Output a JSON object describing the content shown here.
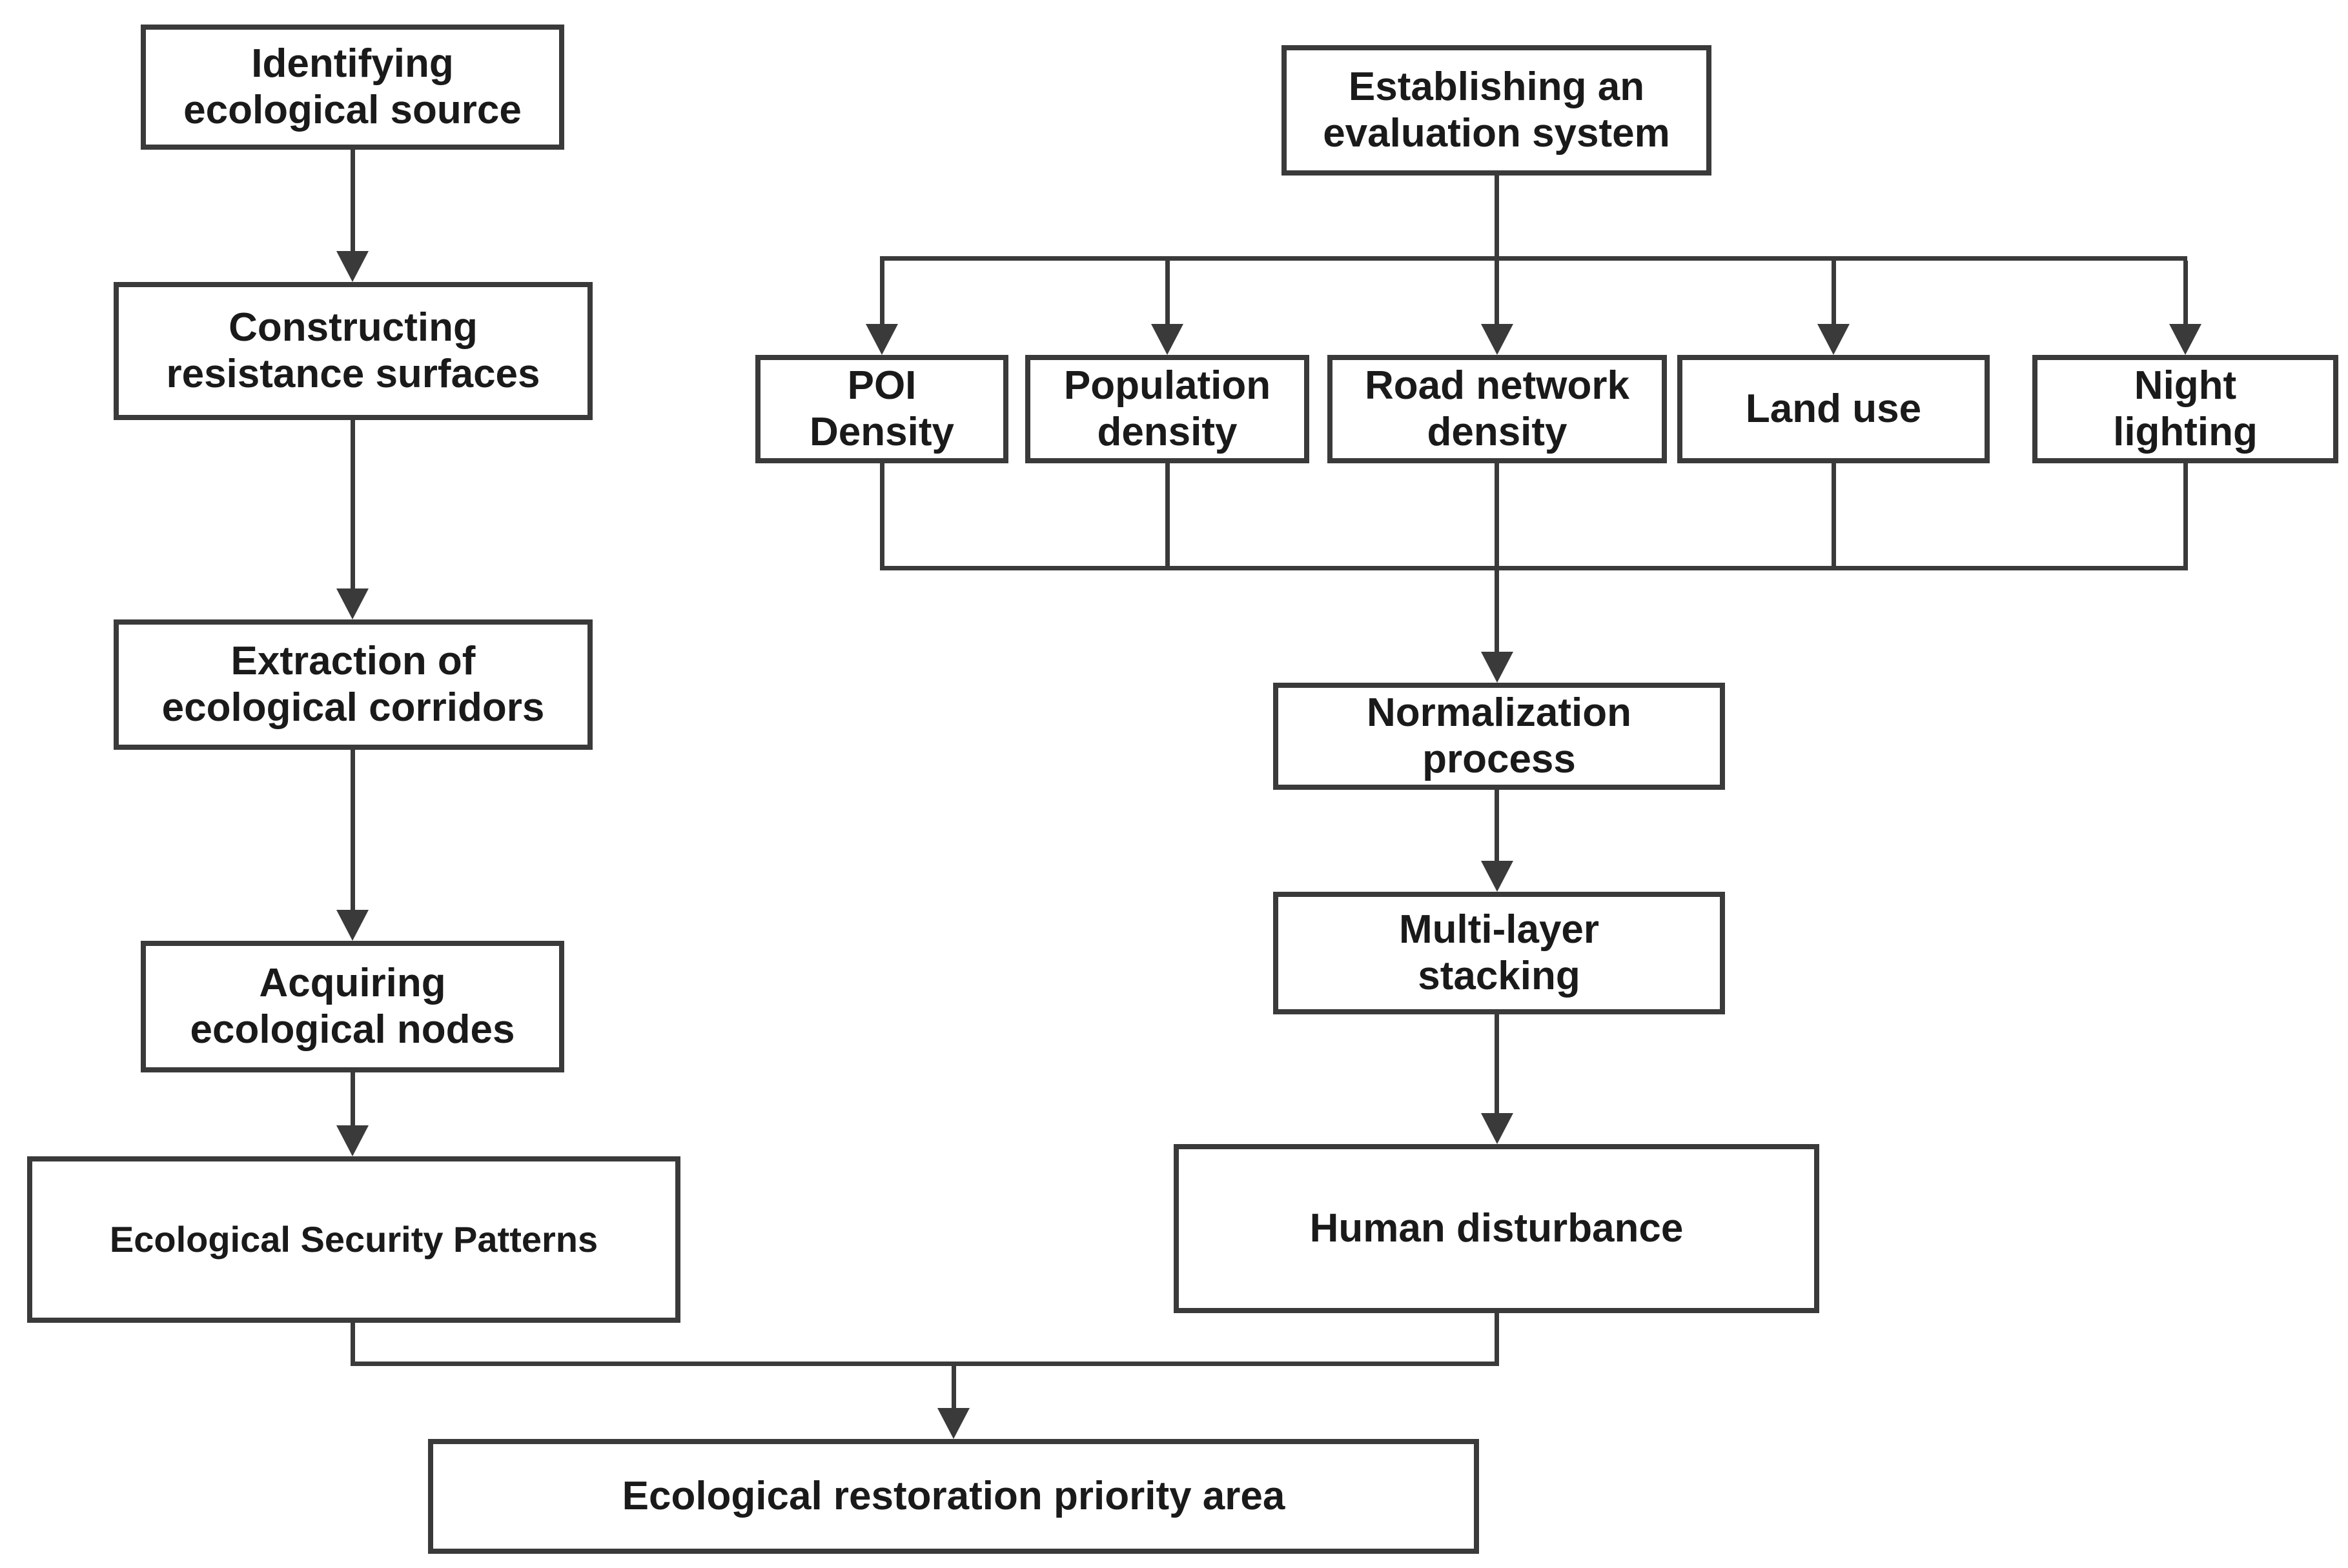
{
  "colors": {
    "line": "#3a3a3a",
    "text": "#1a1a1a",
    "background": "#ffffff"
  },
  "flowchart": {
    "esp_branch": {
      "steps": [
        {
          "label": "Identifying\necological source"
        },
        {
          "label": "Constructing\nresistance surfaces"
        },
        {
          "label": "Extraction of\necological corridors"
        },
        {
          "label": "Acquiring\necological nodes"
        },
        {
          "label": "Ecological Security Patterns"
        }
      ]
    },
    "evaluation_branch": {
      "root": {
        "label": "Establishing an\nevaluation system"
      },
      "factors": [
        {
          "label": "POI\nDensity"
        },
        {
          "label": "Population\ndensity"
        },
        {
          "label": "Road network\ndensity"
        },
        {
          "label": "Land use"
        },
        {
          "label": "Night\nlighting"
        }
      ],
      "steps": [
        {
          "label": "Normalization\nprocess"
        },
        {
          "label": "Multi-layer\nstacking"
        },
        {
          "label": "Human disturbance"
        }
      ]
    },
    "result": {
      "label": "Ecological restoration priority area"
    }
  }
}
